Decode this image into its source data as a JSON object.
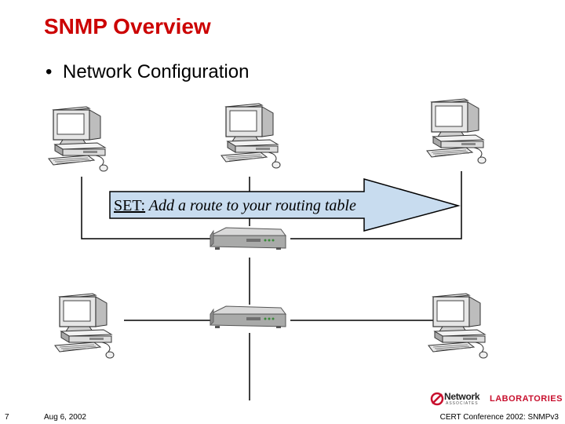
{
  "slide": {
    "title": "SNMP Overview",
    "bullet": "Network Configuration"
  },
  "diagram": {
    "set_command": "SET:",
    "set_description": " Add a route to your routing table"
  },
  "footer": {
    "page_number": "7",
    "date": "Aug 6, 2002",
    "conference": "CERT Conference 2002: SNMPv3"
  },
  "logo": {
    "network": "Network",
    "associates": "ASSOCIATES",
    "laboratories": "LABORATORIES"
  },
  "colors": {
    "title": "#cc0000",
    "arrow_fill": "#c8dcef",
    "logo_accent": "#c8102e"
  },
  "icons": {
    "workstation": "computer-workstation-icon",
    "router": "router-icon",
    "logo": "network-associates-logo-icon"
  }
}
